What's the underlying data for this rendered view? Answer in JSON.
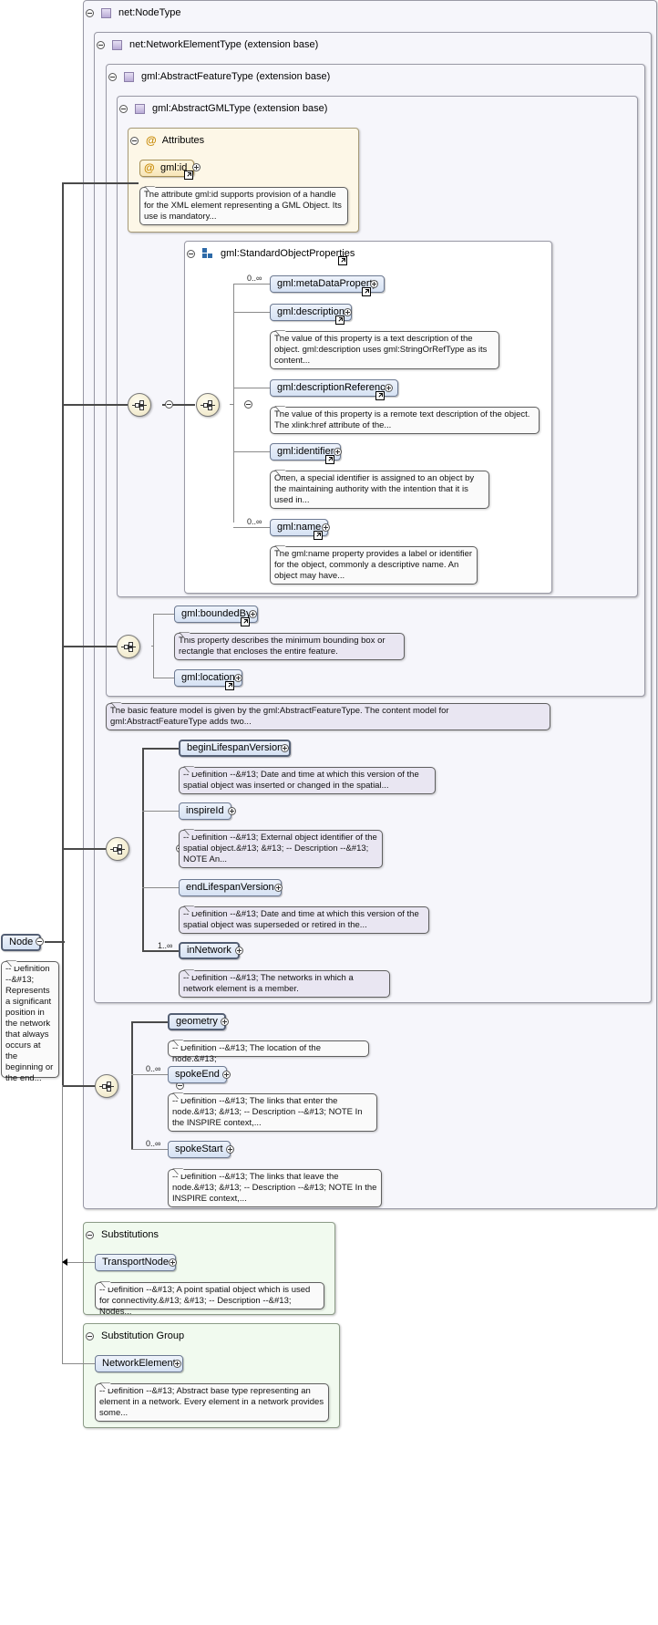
{
  "root": {
    "name": "Node",
    "doc": "-- Definition --&#13; Represents a significant position in the network that always occurs at the beginning or the end..."
  },
  "groups": {
    "node_type": "net:NodeType",
    "network_element_type": "net:NetworkElementType (extension base)",
    "abstract_feature_type": "gml:AbstractFeatureType (extension base)",
    "abstract_gml_type": "gml:AbstractGMLType (extension base)",
    "attributes": "Attributes",
    "standard_object_properties": "gml:StandardObjectProperties",
    "substitutions": "Substitutions",
    "substitution_group": "Substitution Group"
  },
  "gml_id": {
    "name": "gml:id",
    "doc": "The attribute gml:id supports provision of a handle for the XML element representing a GML Object. Its use is mandatory..."
  },
  "std_props": [
    {
      "name": "gml:metaDataProperty",
      "card": "0..∞",
      "doc": ""
    },
    {
      "name": "gml:description",
      "card": "",
      "doc": "The value of this property is a text description of the object. gml:description uses gml:StringOrRefType as its content..."
    },
    {
      "name": "gml:descriptionReference",
      "card": "",
      "doc": "The value of this property is a remote text description of the object. The xlink:href attribute of the..."
    },
    {
      "name": "gml:identifier",
      "card": "",
      "doc": "Often, a special identifier is assigned to an object by the maintaining authority with the intention that it is used in..."
    },
    {
      "name": "gml:name",
      "card": "0..∞",
      "doc": "The gml:name property provides a label or identifier for the object, commonly a descriptive name. An object may have..."
    }
  ],
  "feature_props": [
    {
      "name": "gml:boundedBy",
      "doc": "This property describes the minimum bounding box or rectangle that encloses the entire feature."
    },
    {
      "name": "gml:location",
      "doc": ""
    }
  ],
  "feature_doc": "The basic feature model is given by the gml:AbstractFeatureType. The content model for gml:AbstractFeatureType adds two...",
  "network_props": [
    {
      "name": "beginLifespanVersion",
      "card": "",
      "doc": "-- Definition --&#13; Date and time at which this version of the spatial object was inserted or changed in the spatial..."
    },
    {
      "name": "inspireId",
      "card": "",
      "doc": "-- Definition --&#13; External object identifier of the spatial object.&#13; &#13; -- Description --&#13; NOTE An..."
    },
    {
      "name": "endLifespanVersion",
      "card": "",
      "doc": "-- Definition --&#13; Date and time at which this version of the spatial object was superseded or retired in the..."
    },
    {
      "name": "inNetwork",
      "card": "1..∞",
      "doc": "-- Definition --&#13; The networks in which a network element is a member."
    }
  ],
  "node_props": [
    {
      "name": "geometry",
      "card": "",
      "doc": "-- Definition --&#13; The location of the node.&#13;"
    },
    {
      "name": "spokeEnd",
      "card": "0..∞",
      "doc": "-- Definition --&#13; The links that enter the node.&#13; &#13; -- Description --&#13; NOTE In the INSPIRE context,..."
    },
    {
      "name": "spokeStart",
      "card": "0..∞",
      "doc": "-- Definition --&#13; The links that leave the node.&#13; &#13; -- Description --&#13; NOTE In the INSPIRE context,..."
    }
  ],
  "substitutions": {
    "name": "TransportNode",
    "doc": "-- Definition --&#13; A point spatial object which is used for connectivity.&#13; &#13; -- Description --&#13; Nodes..."
  },
  "substitution_group": {
    "name": "NetworkElement",
    "doc": "-- Definition --&#13; Abstract base type representing an element in a network. Every element in a network provides some..."
  }
}
